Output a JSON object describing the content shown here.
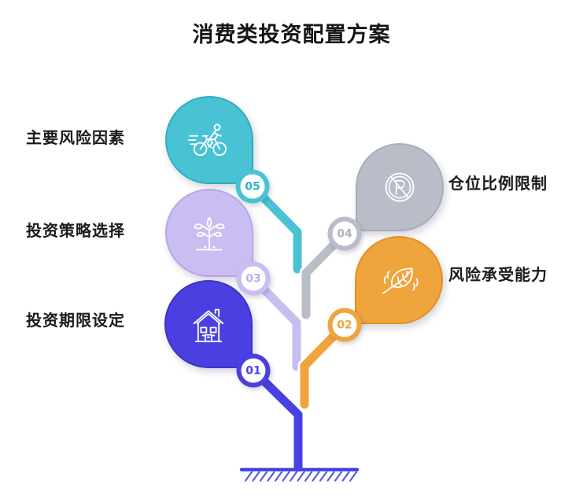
{
  "title": "消费类投资配置方案",
  "colors": {
    "teal": "#49C3D4",
    "lavender": "#C9BDF1",
    "indigo": "#4A3FE1",
    "gray": "#B9BDC7",
    "orange": "#EFA43C",
    "ground": "#4946E0",
    "text": "#1B1B1B"
  },
  "items": [
    {
      "number": "01",
      "label": "投资期限设定",
      "color": "#4A3FE1",
      "icon": "house-icon",
      "side": "left"
    },
    {
      "number": "02",
      "label": "风险承受能力",
      "color": "#EFA43C",
      "icon": "leaf-icon",
      "side": "right"
    },
    {
      "number": "03",
      "label": "投资策略选择",
      "color": "#C9BDF1",
      "icon": "sapling-tree-icon",
      "side": "left"
    },
    {
      "number": "04",
      "label": "仓位比例限制",
      "color": "#B9BDC7",
      "icon": "no-parking-icon",
      "side": "right"
    },
    {
      "number": "05",
      "label": "主要风险因素",
      "color": "#49C3D4",
      "icon": "cyclist-icon",
      "side": "left"
    }
  ]
}
